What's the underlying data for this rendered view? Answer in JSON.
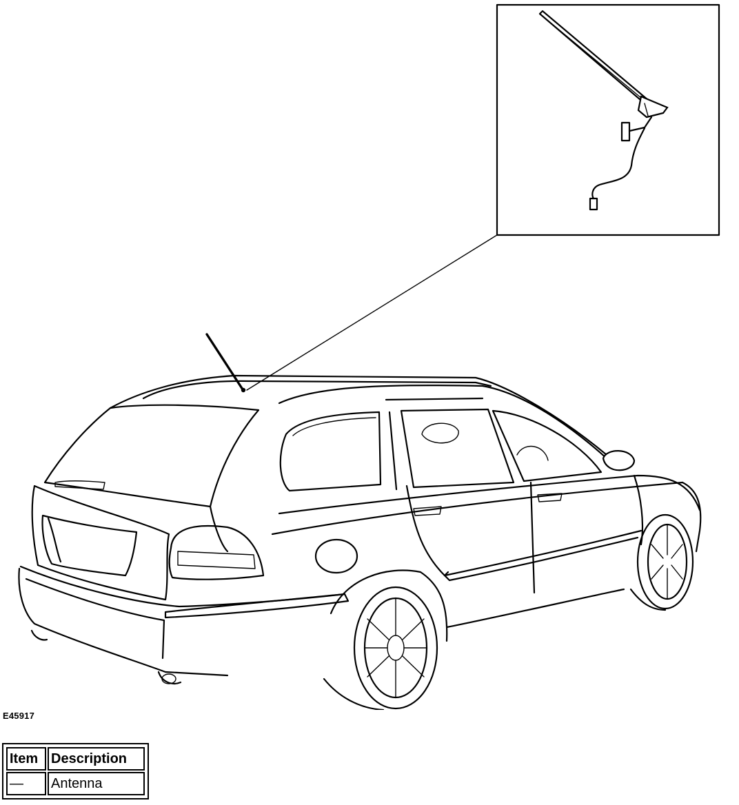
{
  "figure": {
    "code": "E45917"
  },
  "legend": {
    "headers": {
      "item": "Item",
      "description": "Description"
    },
    "rows": [
      {
        "item": "—",
        "description": "Antenna"
      }
    ]
  }
}
